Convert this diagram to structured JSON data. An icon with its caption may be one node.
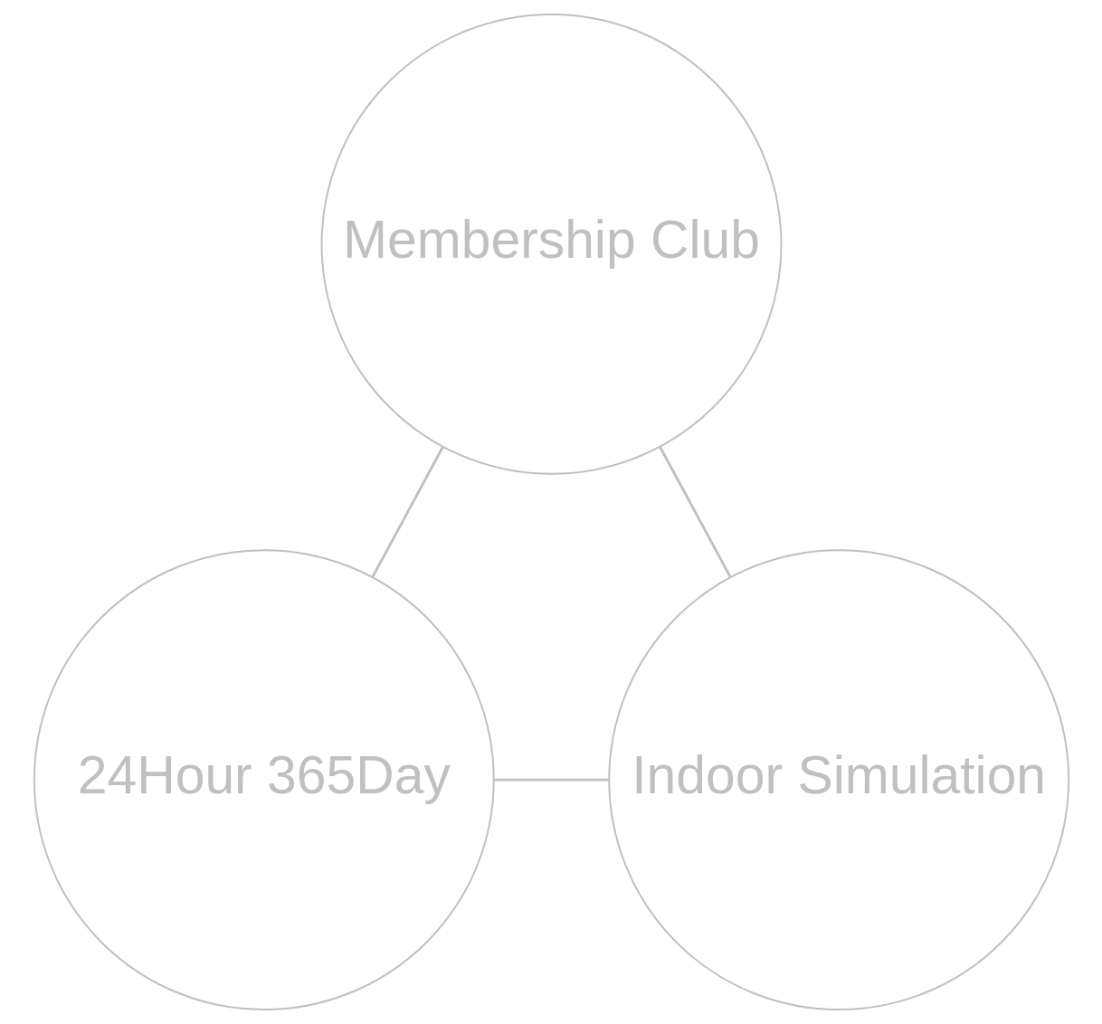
{
  "diagram": {
    "nodes": [
      {
        "text": [
          "Membership Club"
        ]
      },
      {
        "text": [
          "24Hour 365Day"
        ]
      },
      {
        "text": [
          "Indoor Simulation"
        ]
      }
    ],
    "edges": [
      {
        "from": 0,
        "to": 1,
        "arrow": "none"
      },
      {
        "from": 0,
        "to": 2,
        "arrow": "none"
      },
      {
        "from": 1,
        "to": 2,
        "arrow": "none"
      }
    ]
  }
}
